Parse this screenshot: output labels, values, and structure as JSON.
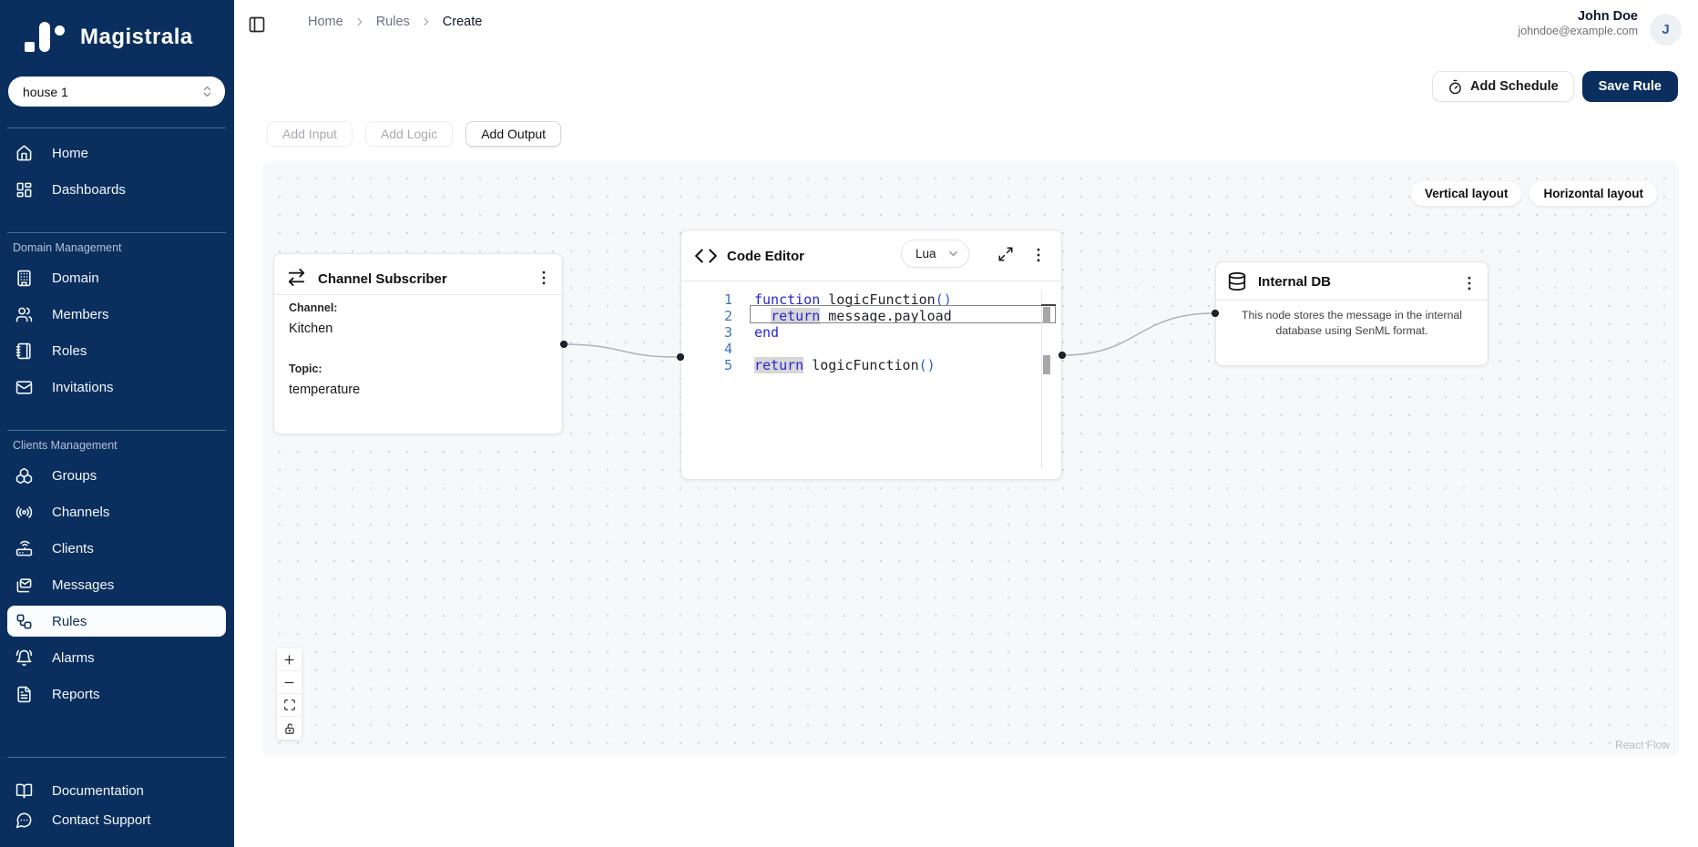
{
  "brand": {
    "name": "Magistrala"
  },
  "workspace": {
    "selected": "house 1"
  },
  "sidebar": {
    "groups": [
      {
        "items": [
          {
            "label": "Home",
            "icon": "home-icon"
          },
          {
            "label": "Dashboards",
            "icon": "dashboards-icon"
          }
        ]
      },
      {
        "label": "Domain Management",
        "items": [
          {
            "label": "Domain",
            "icon": "building-icon"
          },
          {
            "label": "Members",
            "icon": "users-icon"
          },
          {
            "label": "Roles",
            "icon": "notebook-icon"
          },
          {
            "label": "Invitations",
            "icon": "mail-icon"
          }
        ]
      },
      {
        "label": "Clients Management",
        "items": [
          {
            "label": "Groups",
            "icon": "boxes-icon"
          },
          {
            "label": "Channels",
            "icon": "radio-icon"
          },
          {
            "label": "Clients",
            "icon": "router-icon"
          },
          {
            "label": "Messages",
            "icon": "mails-icon"
          },
          {
            "label": "Rules",
            "icon": "workflow-icon",
            "active": true
          },
          {
            "label": "Alarms",
            "icon": "bell-icon"
          },
          {
            "label": "Reports",
            "icon": "file-text-icon"
          }
        ]
      }
    ],
    "footer_items": [
      {
        "label": "Documentation",
        "icon": "book-open-icon"
      },
      {
        "label": "Contact Support",
        "icon": "message-circle-icon"
      }
    ]
  },
  "breadcrumb": {
    "items": [
      "Home",
      "Rules",
      "Create"
    ]
  },
  "user": {
    "name": "John Doe",
    "email": "johndoe@example.com",
    "initial": "J"
  },
  "toolbar": {
    "add_schedule": "Add Schedule",
    "save_rule": "Save Rule"
  },
  "node_actions": {
    "add_input": "Add Input",
    "add_logic": "Add Logic",
    "add_output": "Add Output"
  },
  "layout_controls": {
    "vertical": "Vertical layout",
    "horizontal": "Horizontal layout"
  },
  "flow": {
    "attribution": "React Flow",
    "nodes": {
      "channel_subscriber": {
        "title": "Channel Subscriber",
        "channel_label": "Channel:",
        "channel_value": "Kitchen",
        "topic_label": "Topic:",
        "topic_value": "temperature"
      },
      "code_editor": {
        "title": "Code Editor",
        "language": "Lua",
        "code_lines": [
          {
            "num": "1",
            "tokens": [
              {
                "type": "keyword",
                "text": "function"
              },
              {
                "type": "plain",
                "text": " logicFunction"
              },
              {
                "type": "paren",
                "text": "()"
              }
            ]
          },
          {
            "num": "2",
            "active": true,
            "tokens": [
              {
                "type": "plain",
                "text": "  "
              },
              {
                "type": "keyword_selected",
                "text": "return"
              },
              {
                "type": "plain",
                "text": " message.payload"
              }
            ]
          },
          {
            "num": "3",
            "tokens": [
              {
                "type": "keyword",
                "text": "end"
              }
            ]
          },
          {
            "num": "4",
            "tokens": []
          },
          {
            "num": "5",
            "tokens": [
              {
                "type": "keyword_selected",
                "text": "return"
              },
              {
                "type": "plain",
                "text": " logicFunction"
              },
              {
                "type": "paren",
                "text": "()"
              }
            ]
          }
        ]
      },
      "internal_db": {
        "title": "Internal DB",
        "description": "This node stores the message in the internal database using SenML format."
      }
    }
  },
  "colors": {
    "sidebar_bg": "#0a2f5e",
    "accent": "#0a2f5e",
    "canvas_bg": "#f7f8fa",
    "keyword": "#2626d9",
    "paren": "#2a63cc",
    "line_number": "#3c76ba",
    "selection": "#d7d7d7",
    "edge": "#b1b1b7"
  }
}
